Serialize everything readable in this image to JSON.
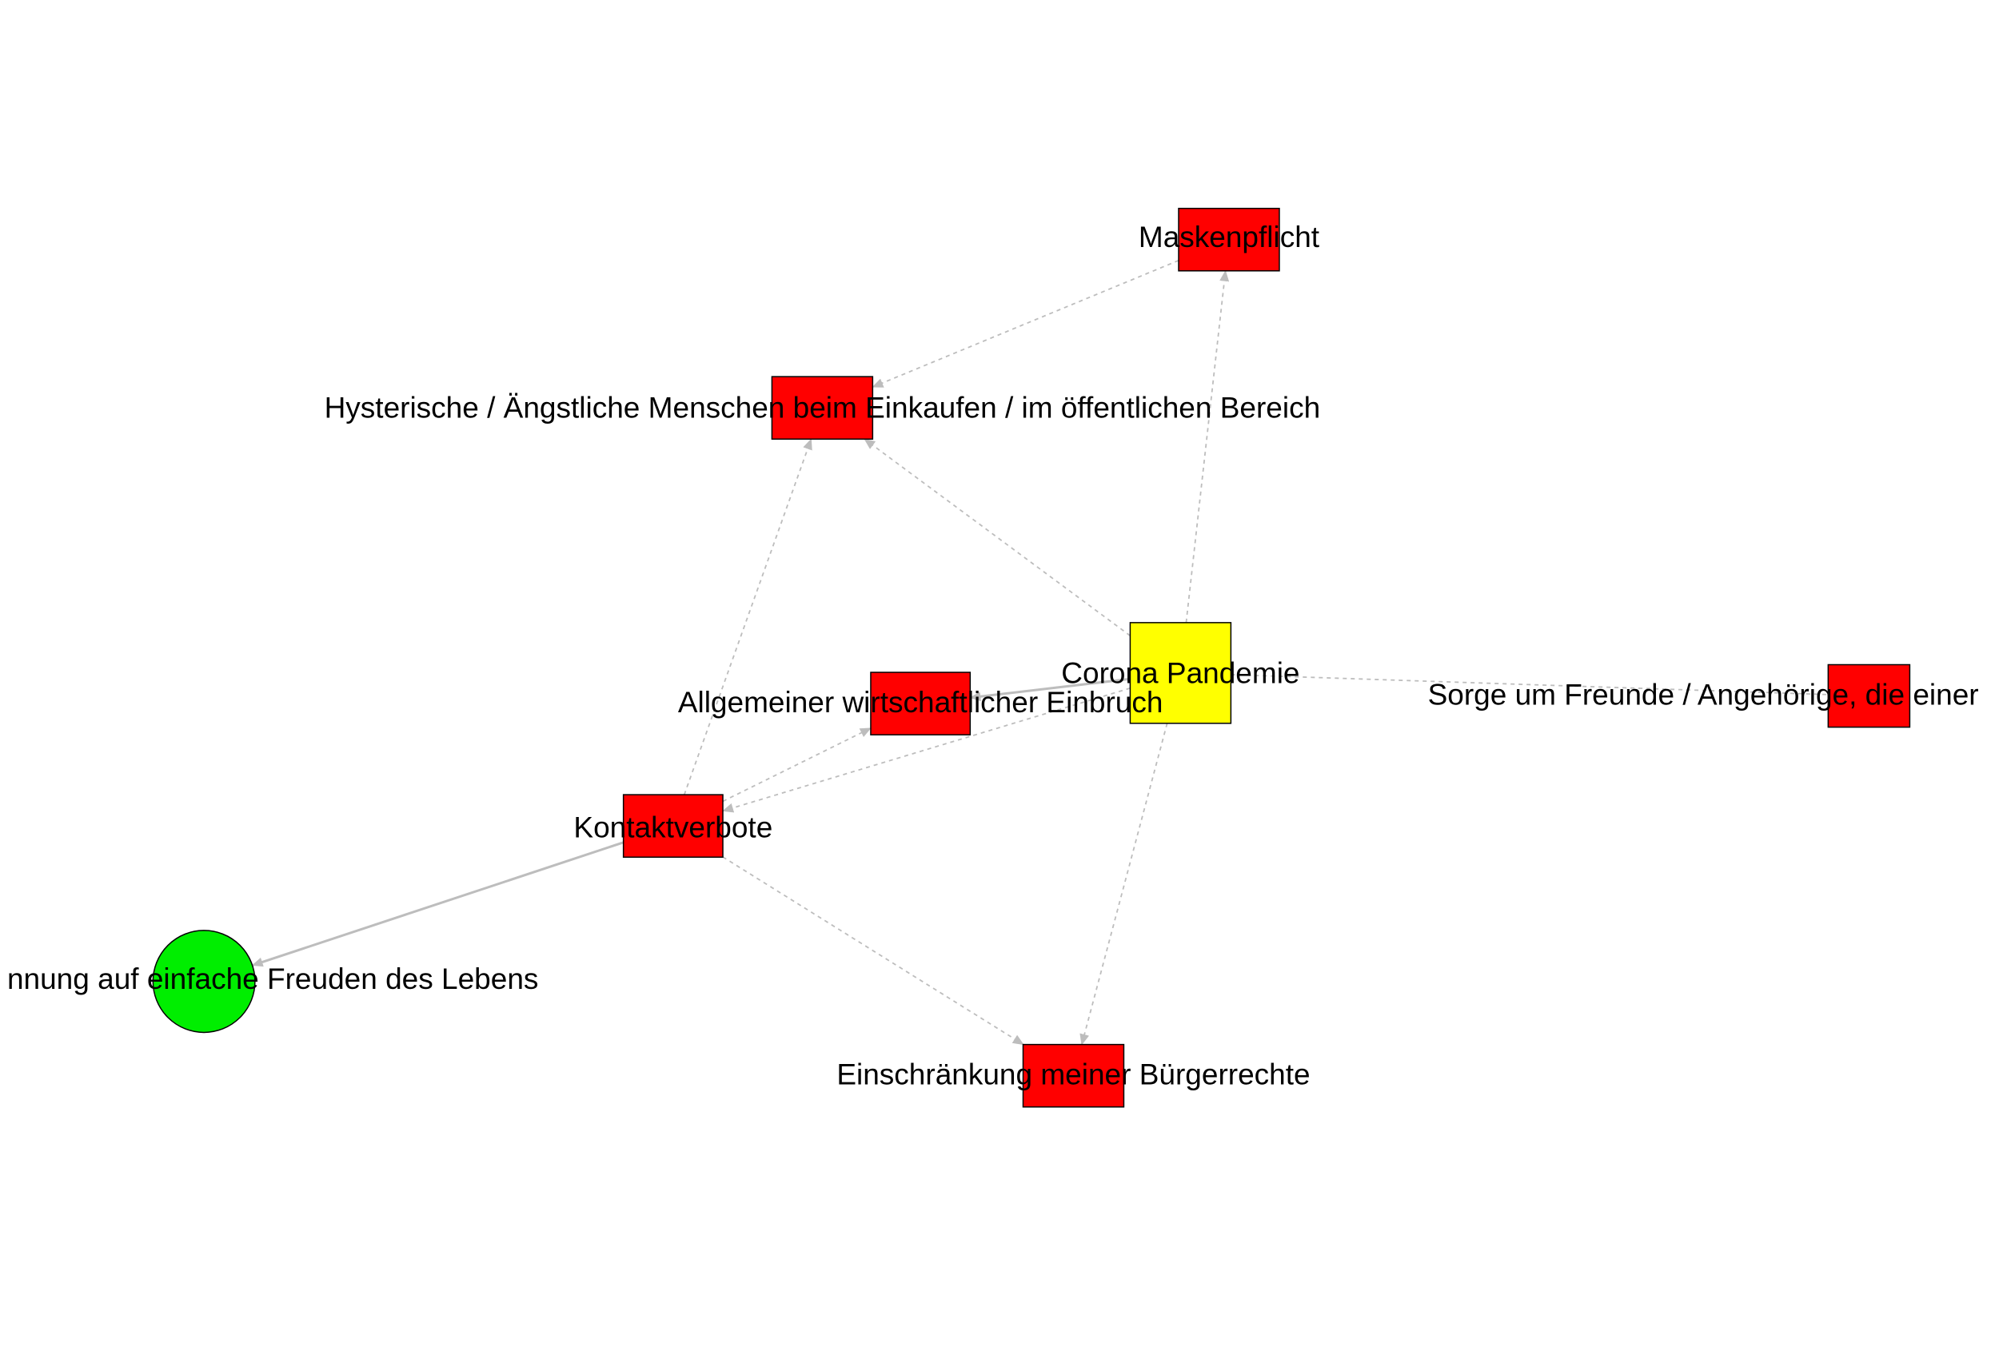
{
  "colors": {
    "negative": "#ff0000",
    "positive": "#00ee00",
    "central": "#ffff00",
    "node_border": "#000000",
    "edge": "#bdbdbd",
    "background": "#ffffff"
  },
  "nodes": {
    "corona": {
      "label": "Corona Pandemie",
      "shape": "square",
      "color": "central"
    },
    "masken": {
      "label": "Maskenpflicht",
      "shape": "rect",
      "color": "negative"
    },
    "hysterische": {
      "label": "Hysterische / Ängstliche Menschen beim Einkaufen / im öffentlichen Bereich",
      "shape": "rect",
      "color": "negative"
    },
    "wirtschaft": {
      "label": "Allgemeiner wirtschaftlicher Einbruch",
      "shape": "rect",
      "color": "negative"
    },
    "kontakt": {
      "label": "Kontaktverbote",
      "shape": "rect",
      "color": "negative"
    },
    "besinnung": {
      "label": "nnung auf einfache Freuden des Lebens",
      "shape": "circle",
      "color": "positive"
    },
    "buerger": {
      "label": "Einschränkung meiner Bürgerrechte",
      "shape": "rect",
      "color": "negative"
    },
    "sorge": {
      "label": "Sorge um Freunde / Angehörige, die einer",
      "shape": "rect",
      "color": "negative"
    }
  },
  "edges": [
    {
      "from": "corona",
      "to": "masken",
      "style": "dashed"
    },
    {
      "from": "corona",
      "to": "hysterische",
      "style": "dashed"
    },
    {
      "from": "masken",
      "to": "hysterische",
      "style": "dashed"
    },
    {
      "from": "kontakt",
      "to": "hysterische",
      "style": "dashed"
    },
    {
      "from": "corona",
      "to": "wirtschaft",
      "style": "solid"
    },
    {
      "from": "corona",
      "to": "kontakt",
      "style": "dashed"
    },
    {
      "from": "kontakt",
      "to": "wirtschaft",
      "style": "dashed"
    },
    {
      "from": "kontakt",
      "to": "besinnung",
      "style": "solid"
    },
    {
      "from": "kontakt",
      "to": "buerger",
      "style": "dashed"
    },
    {
      "from": "corona",
      "to": "buerger",
      "style": "dashed"
    },
    {
      "from": "corona",
      "to": "sorge",
      "style": "dashed",
      "arrow": false
    }
  ]
}
